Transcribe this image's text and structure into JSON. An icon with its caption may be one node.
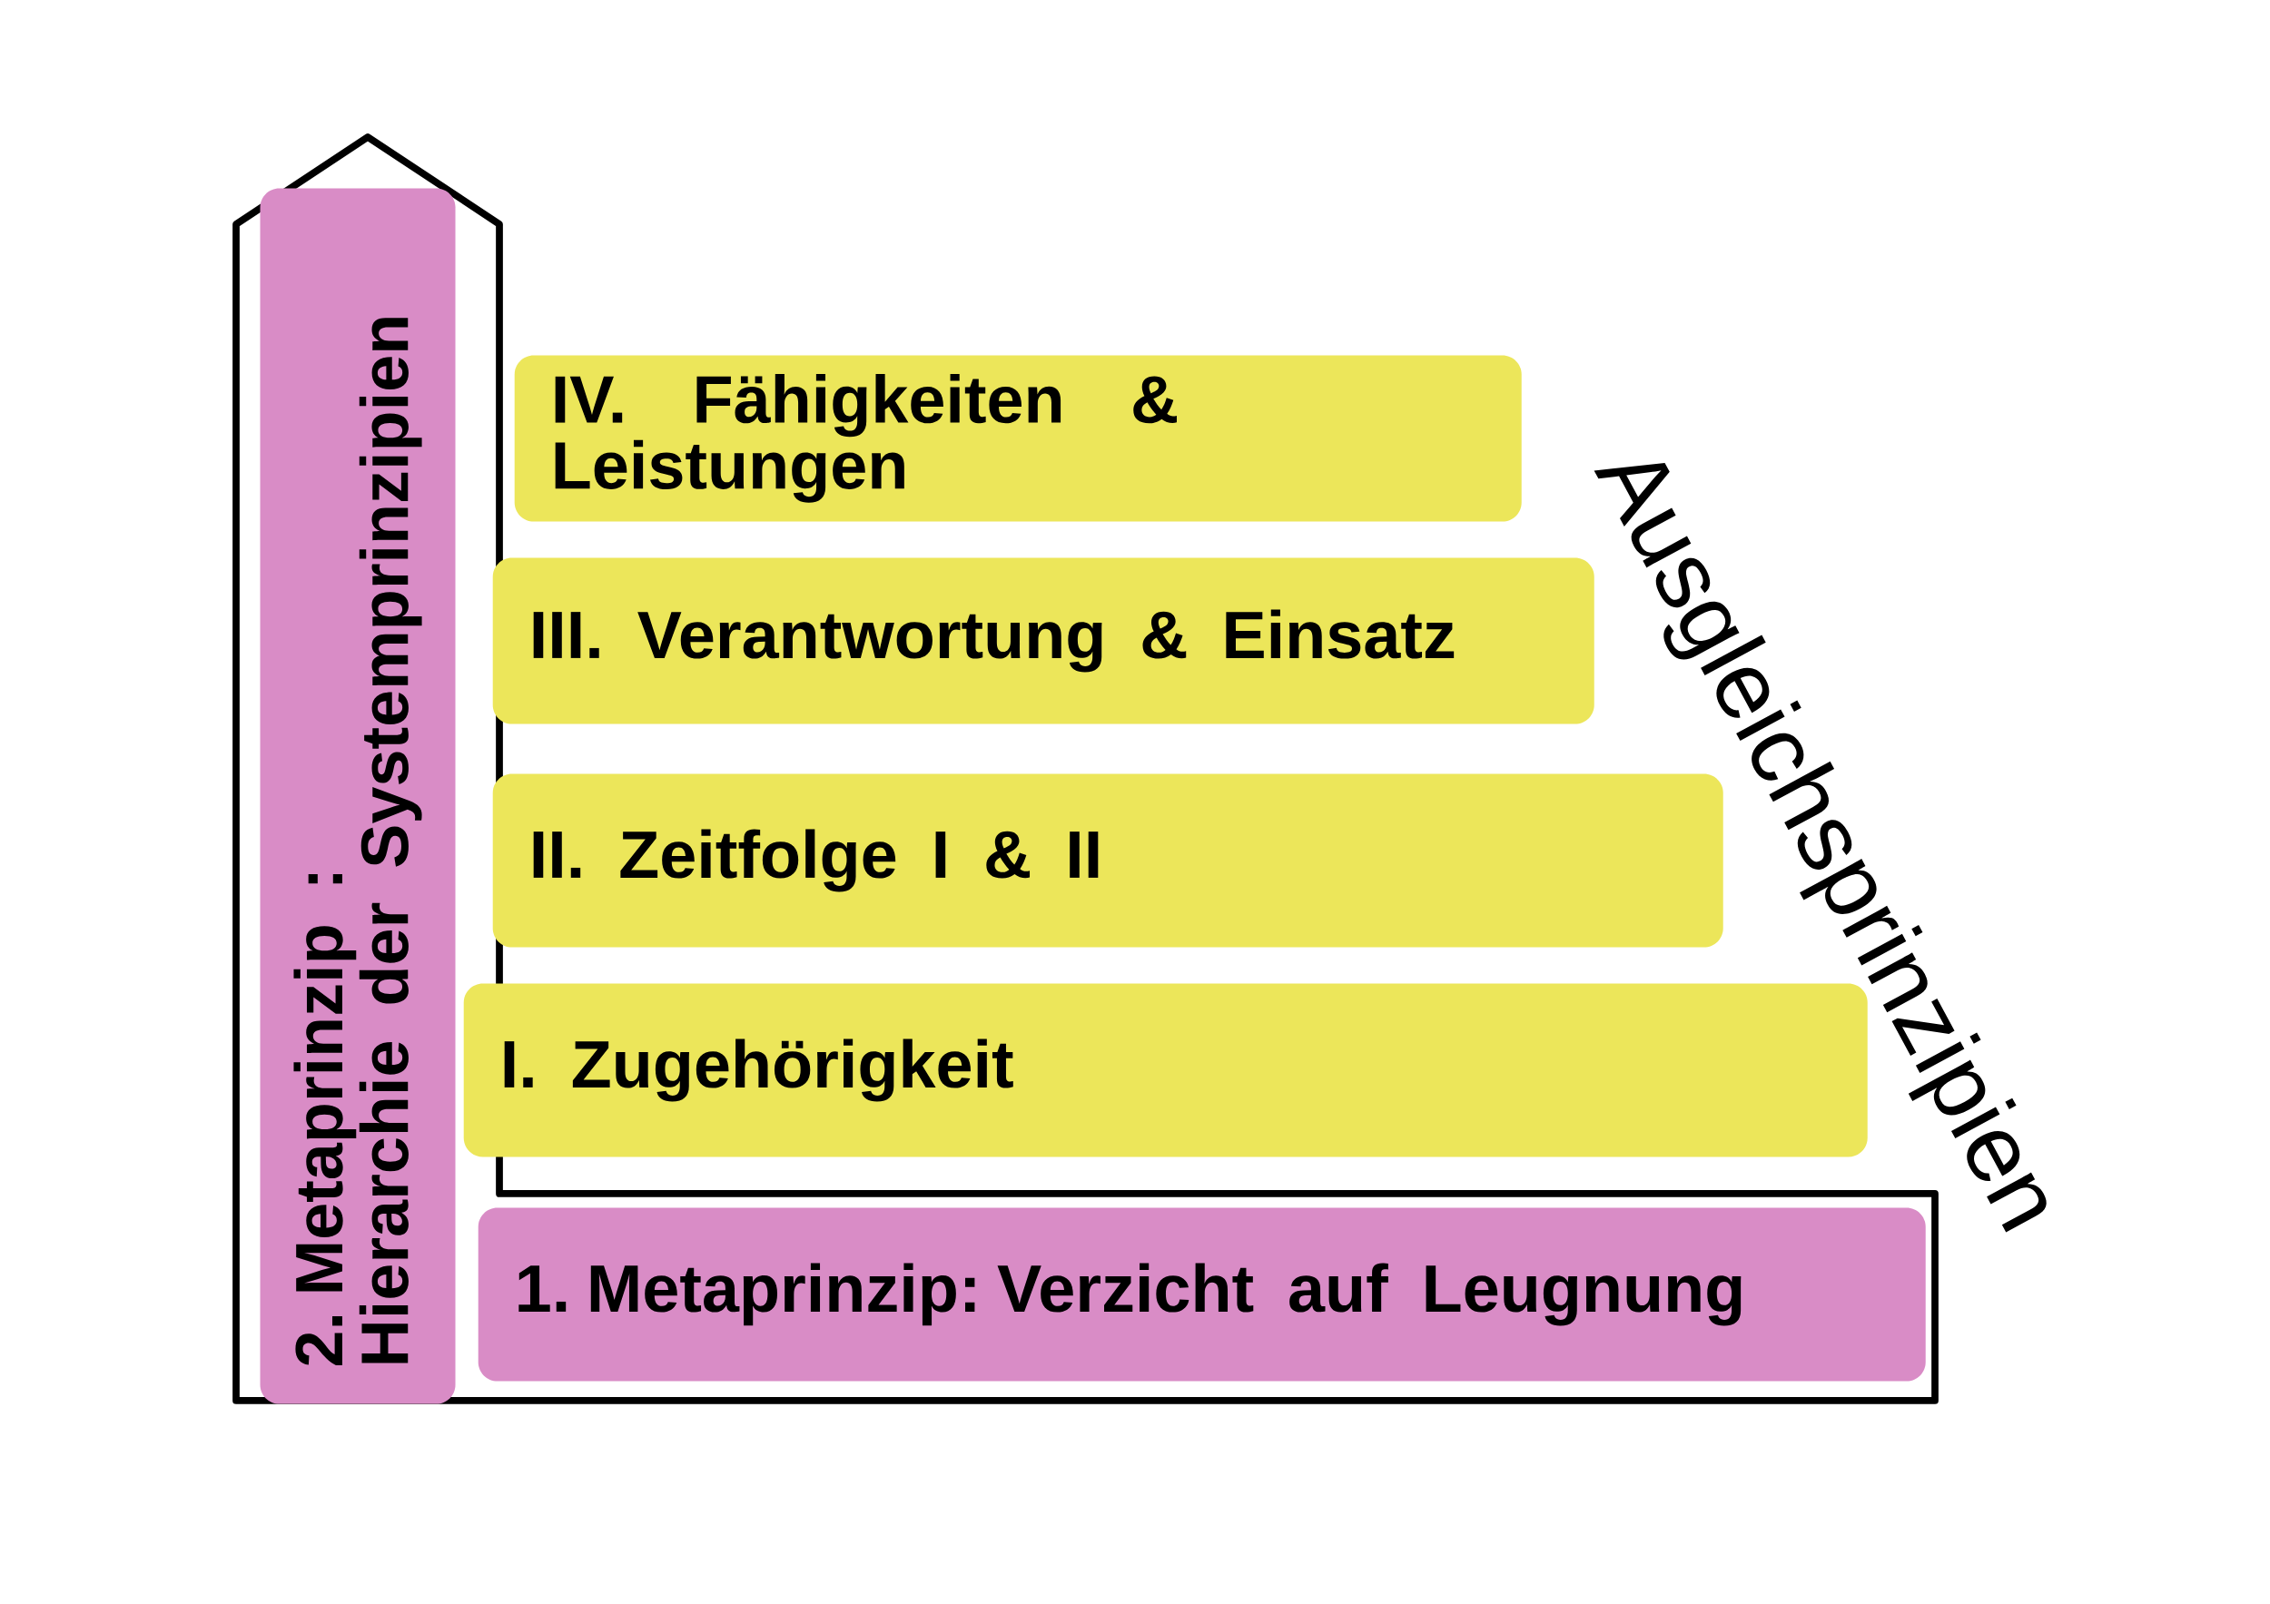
{
  "diagram": {
    "nodes": [
      {
        "text": [
          "2. Metaprinzip :",
          "Hierarchie der Systemprinzipien"
        ]
      },
      {
        "text": [
          "IV. Fähigkeiten & Leistungen"
        ]
      },
      {
        "text": [
          "III. Verantwortung & Einsatz"
        ]
      },
      {
        "text": [
          "II. Zeitfolge I & II"
        ]
      },
      {
        "text": [
          "I. Zugehörigkeit"
        ]
      },
      {
        "text": [
          "1. Metaprinzip: Verzicht auf Leugnung"
        ]
      }
    ],
    "labels": [
      "Ausgleichsprinzipien"
    ]
  }
}
